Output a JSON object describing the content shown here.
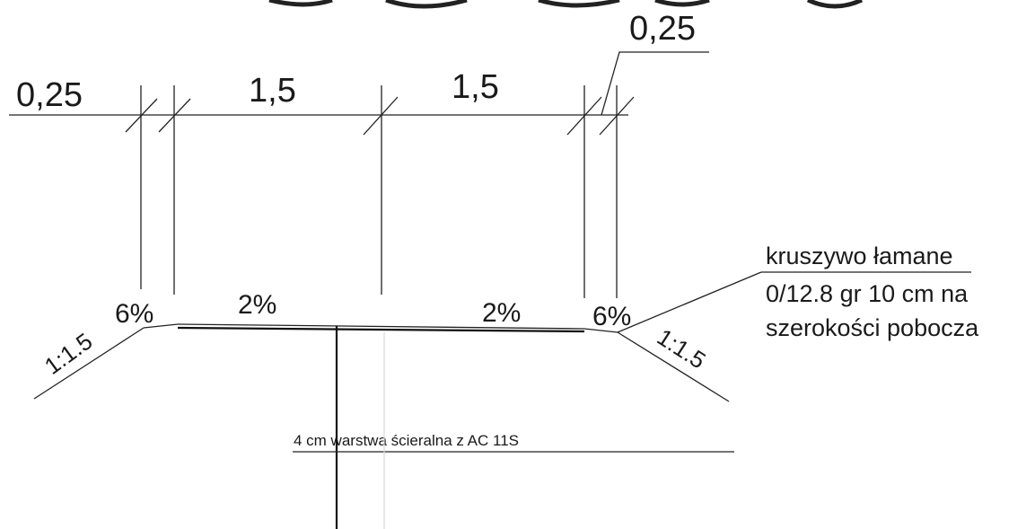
{
  "dimensions": {
    "shoulder_left": "0,25",
    "lane_left": "1,5",
    "lane_right": "1,5",
    "shoulder_right": "0,25"
  },
  "slopes": {
    "shoulder_left": "6%",
    "lane_left": "2%",
    "lane_right": "2%",
    "shoulder_right": "6%"
  },
  "embankment": {
    "left_ratio": "1:1.5",
    "right_ratio": "1:1.5"
  },
  "annotations": {
    "shoulder_material": {
      "line1": "kruszywo łamane",
      "line2": "0/12.8  gr 10 cm na",
      "line3": "szerokości pobocza"
    },
    "wearing_course": "4 cm warstwa ścieralna z AC 11S"
  }
}
